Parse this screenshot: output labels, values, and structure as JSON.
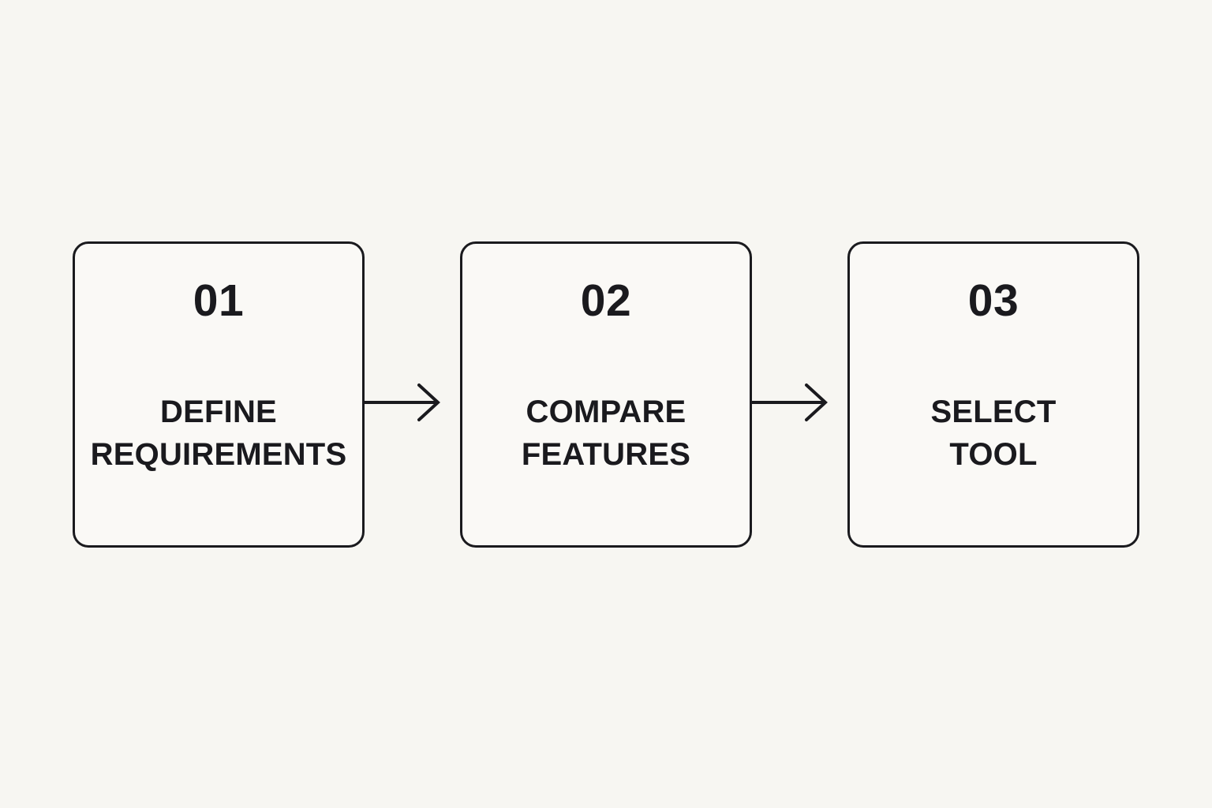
{
  "diagram": {
    "title": "Three step tool selection process flow",
    "type": "horizontal-process-flow",
    "background_color": "#f7f6f2",
    "node_fill_color": "#faf9f6",
    "stroke_color": "#1a1a1e",
    "text_color": "#1a1a1e",
    "steps": [
      {
        "number": "01",
        "label": "DEFINE\nREQUIREMENTS",
        "label_line_1": "DEFINE",
        "label_line_2": "REQUIREMENTS"
      },
      {
        "number": "02",
        "label": "COMPARE\nFEATURES",
        "label_line_1": "COMPARE",
        "label_line_2": "FEATURES"
      },
      {
        "number": "03",
        "label": "SELECT\nTOOL",
        "label_line_1": "SELECT",
        "label_line_2": "TOOL"
      }
    ],
    "connectors": [
      {
        "icon": "arrow-right-icon",
        "from": "01",
        "to": "02"
      },
      {
        "icon": "arrow-right-icon",
        "from": "02",
        "to": "03"
      }
    ]
  }
}
